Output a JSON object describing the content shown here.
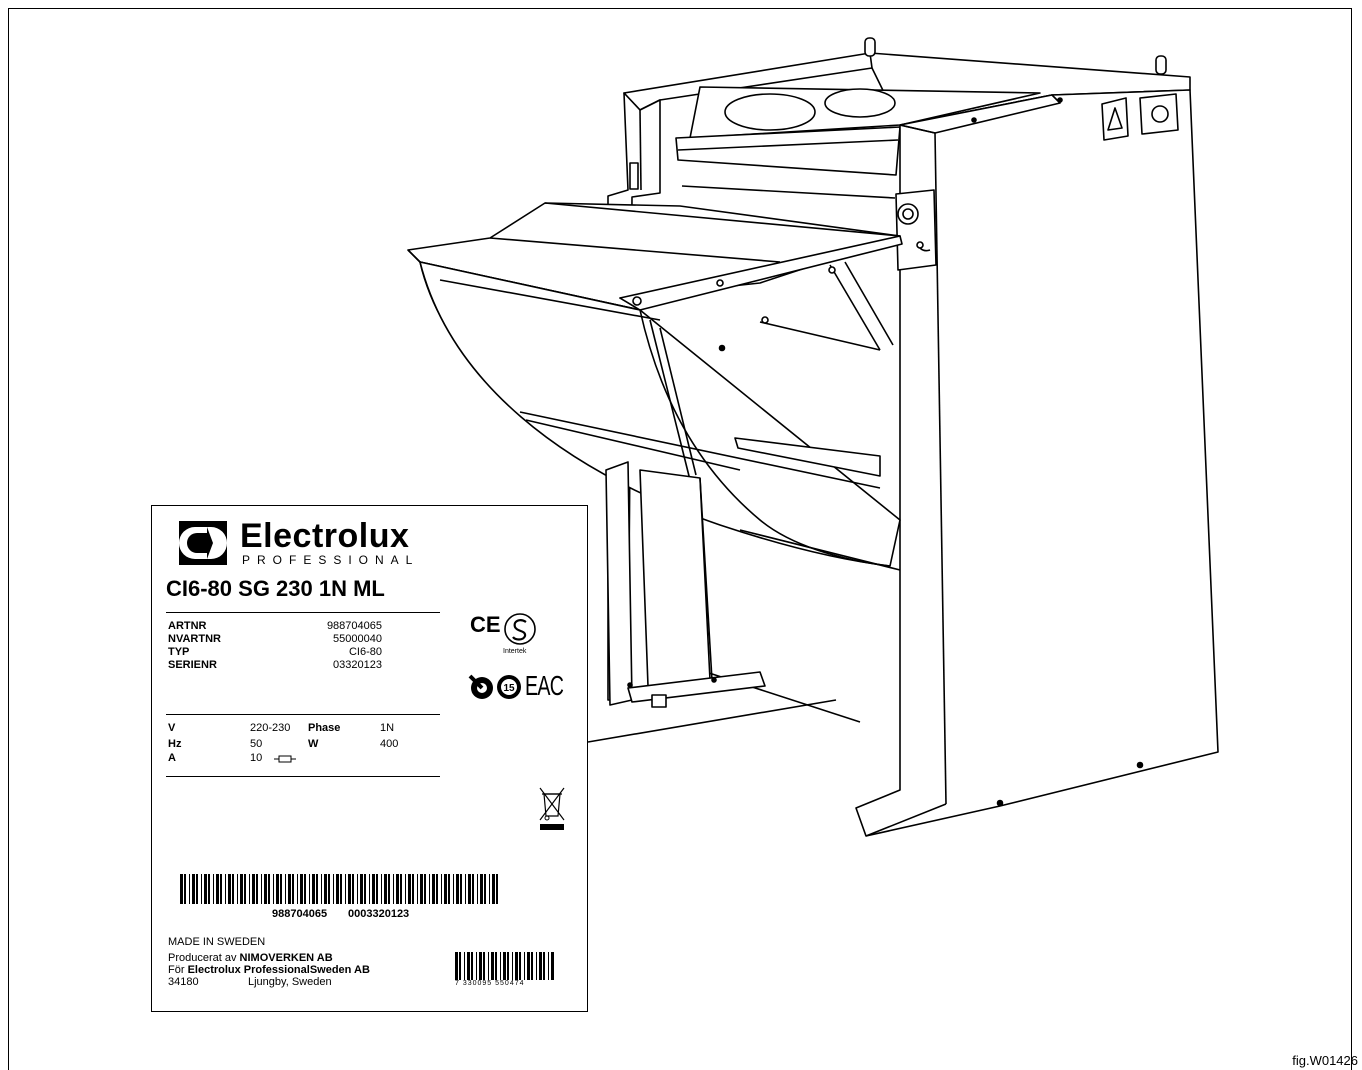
{
  "figure": {
    "code": "fig.W01426"
  },
  "plate": {
    "brand": "Electrolux",
    "brand_sub": "PROFESSIONAL",
    "model": "CI6-80 SG 230 1N ML",
    "ids": [
      {
        "label": "ARTNR",
        "value": "988704065"
      },
      {
        "label": "NVARTNR",
        "value": "55000040"
      },
      {
        "label": "TYP",
        "value": "CI6-80"
      },
      {
        "label": "SERIENR",
        "value": "03320123"
      }
    ],
    "electrical": {
      "v_label": "V",
      "v_value": "220-230",
      "hz_label": "Hz",
      "hz_value": "50",
      "a_label": "A",
      "a_value": "10",
      "phase_label": "Phase",
      "phase_value": "1N",
      "w_label": "W",
      "w_value": "400"
    },
    "cert_text": "Intertek",
    "cert_15": "15",
    "eac": "EAC",
    "barcode_text_1": "988704065",
    "barcode_text_2": "0003320123",
    "made_in": "MADE IN SWEDEN",
    "producer_prefix": "Producerat av",
    "producer_name": "NIMOVERKEN AB",
    "for_prefix": "För",
    "for_name": "Electrolux ProfessionalSweden AB",
    "postcode": "34180",
    "city": "Ljungby, Sweden",
    "ean_digits": "7 330095 550474"
  }
}
